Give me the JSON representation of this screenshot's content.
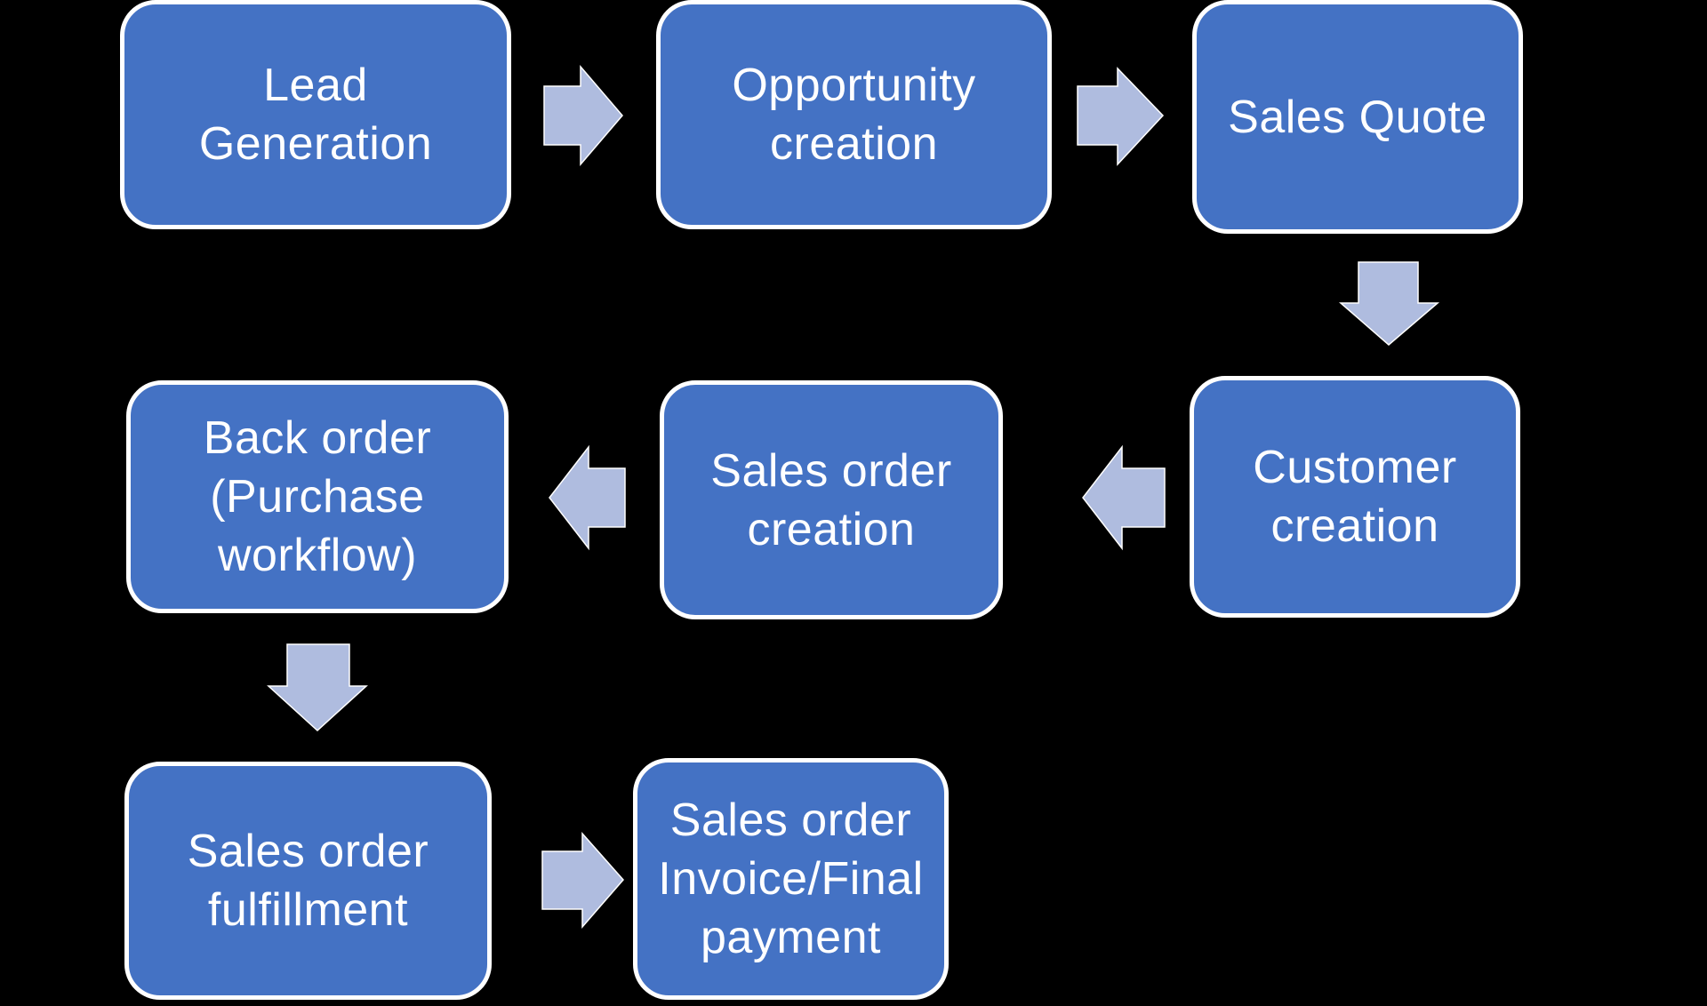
{
  "diagram": {
    "colors": {
      "background": "#000000",
      "node-fill": "#4472C4",
      "node-border": "#FFFFFF",
      "node-text": "#FFFFFF",
      "arrow-fill": "#AFBCDF",
      "arrow-outline": "#FFFFFF"
    },
    "nodes": [
      {
        "label": "Lead\nGeneration"
      },
      {
        "label": "Opportunity\ncreation"
      },
      {
        "label": "Sales Quote"
      },
      {
        "label": "Customer\ncreation"
      },
      {
        "label": "Sales order\ncreation"
      },
      {
        "label": "Back order\n(Purchase\nworkflow)"
      },
      {
        "label": "Sales order\nfulfillment"
      },
      {
        "label": "Sales order\nInvoice/Final\npayment"
      }
    ],
    "arrows": [
      {
        "name": "lead-generation-to-opportunity-creation",
        "direction": "right"
      },
      {
        "name": "opportunity-creation-to-sales-quote",
        "direction": "right"
      },
      {
        "name": "sales-quote-to-customer-creation",
        "direction": "down"
      },
      {
        "name": "customer-creation-to-sales-order-creation",
        "direction": "left"
      },
      {
        "name": "sales-order-creation-to-back-order",
        "direction": "left"
      },
      {
        "name": "back-order-to-sales-order-fulfillment",
        "direction": "down"
      },
      {
        "name": "sales-order-fulfillment-to-invoice",
        "direction": "right"
      }
    ]
  }
}
